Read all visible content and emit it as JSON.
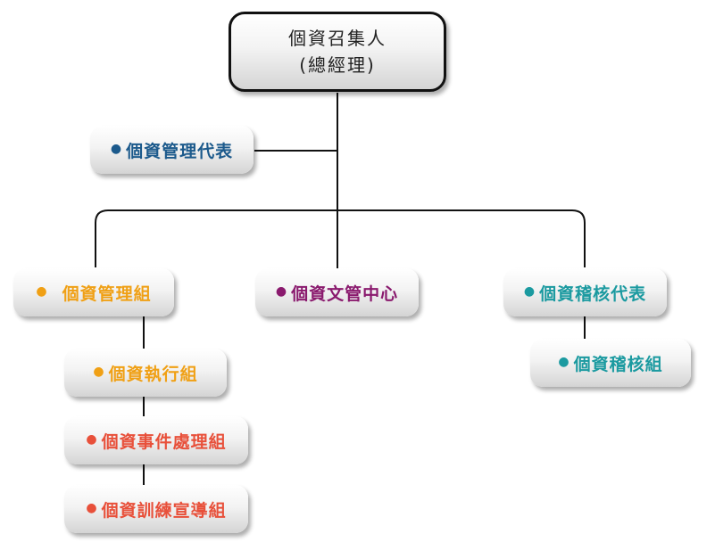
{
  "colors": {
    "blue": "#1c5a8c",
    "orange": "#f0a015",
    "purple": "#8a1a6e",
    "teal": "#1b9aa0",
    "red": "#e8503a",
    "line": "#111111"
  },
  "root": {
    "title": "個資召集人",
    "subtitle": "(總經理)"
  },
  "nodes": {
    "representative": {
      "label": "個資管理代表",
      "bullet": "●"
    },
    "management_group": {
      "label": "個資管理組",
      "bullet": "●"
    },
    "document_center": {
      "label": "個資文管中心",
      "bullet": "●"
    },
    "audit_representative": {
      "label": "個資稽核代表",
      "bullet": "●"
    },
    "execution_group": {
      "label": "個資執行組",
      "bullet": "●"
    },
    "incident_group": {
      "label": "個資事件處理組",
      "bullet": "●"
    },
    "training_group": {
      "label": "個資訓練宣導組",
      "bullet": "●"
    },
    "audit_group": {
      "label": "個資稽核組",
      "bullet": "●"
    }
  }
}
